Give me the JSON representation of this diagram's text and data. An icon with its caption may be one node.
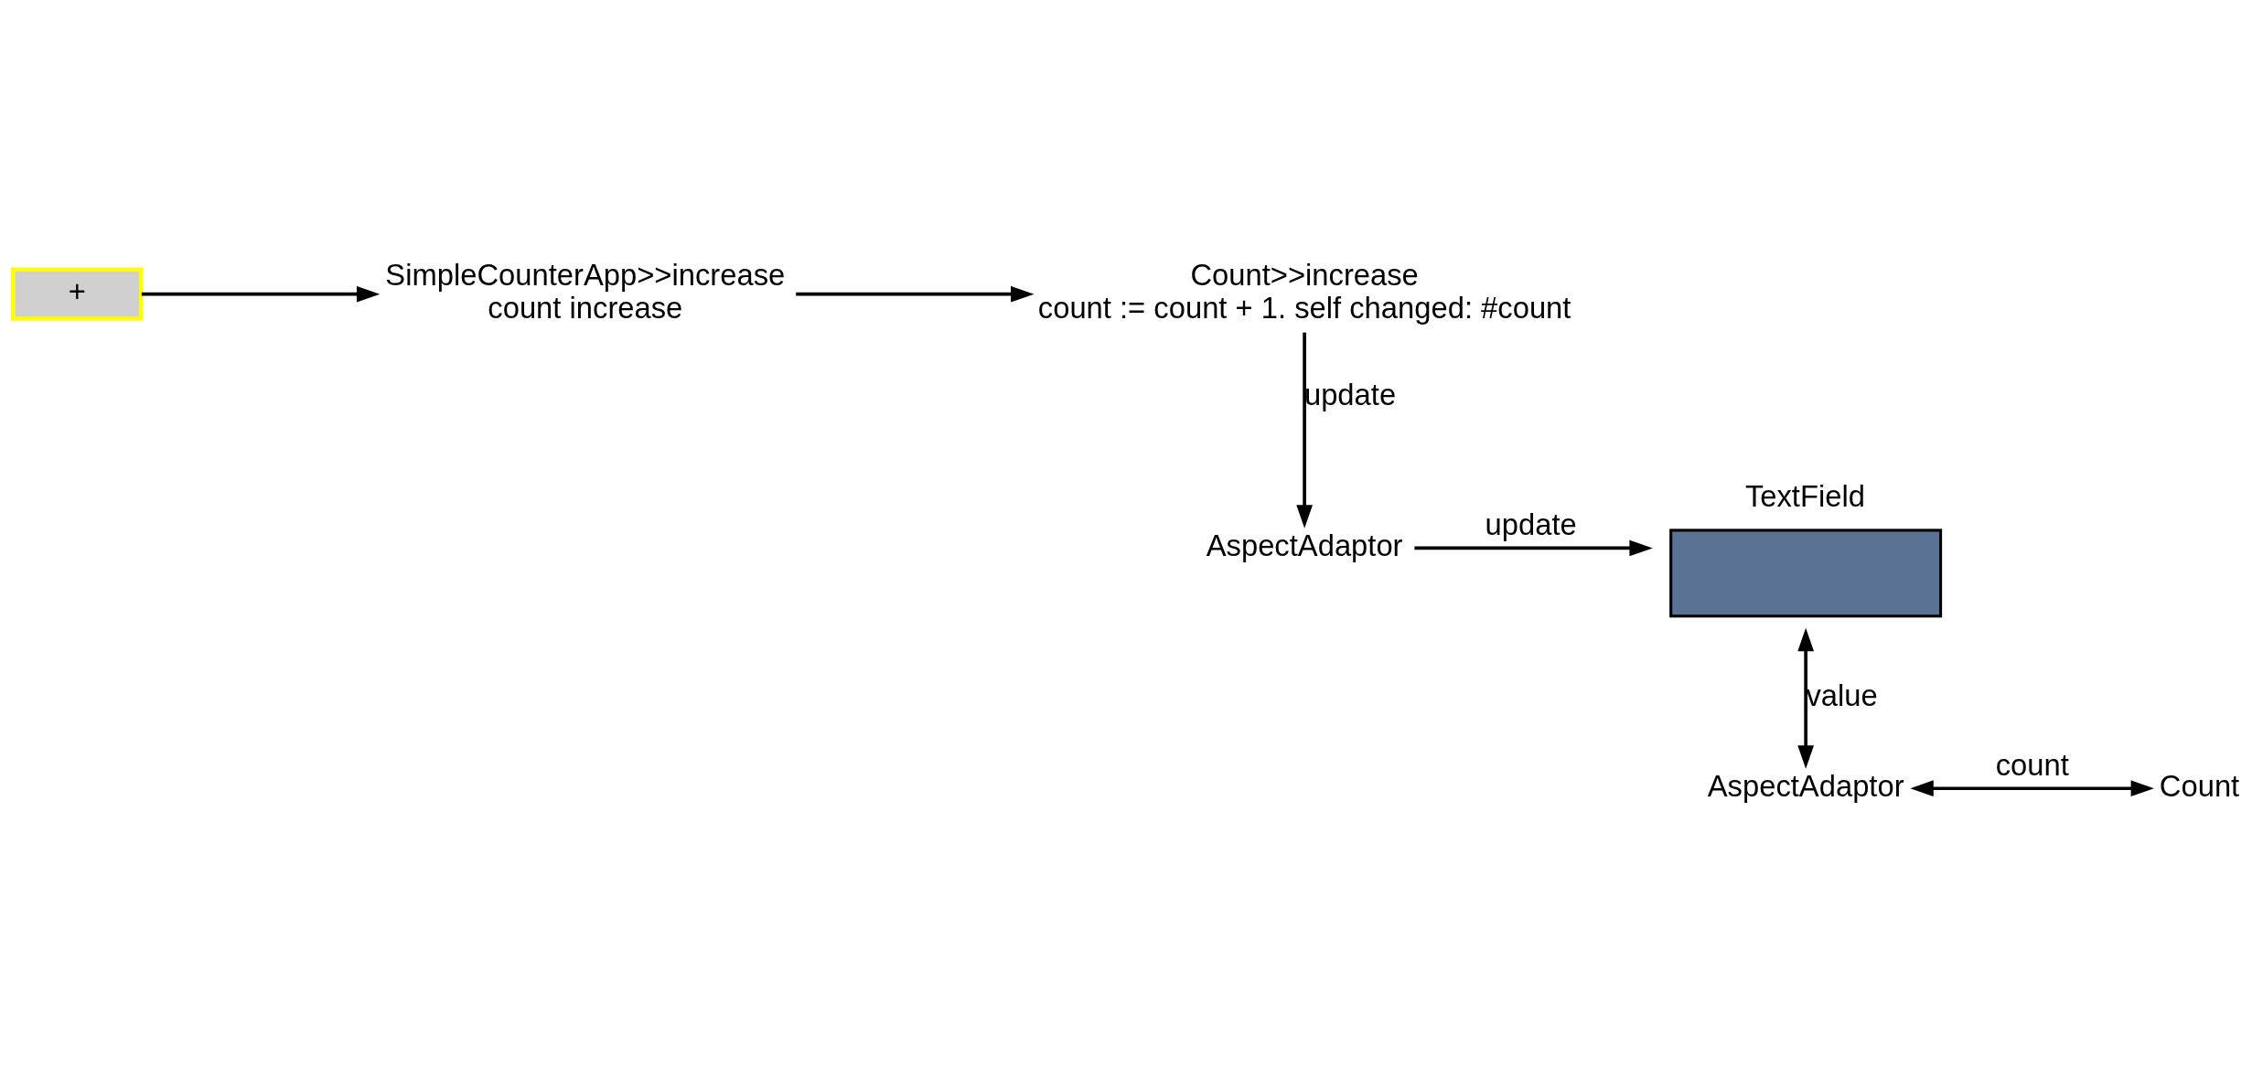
{
  "diagram": {
    "nodes": [
      {
        "text": [
          "+"
        ]
      },
      {
        "text": [
          "SimpleCounterApp>>increase",
          "count increase"
        ]
      },
      {
        "text": [
          "Count>>increase",
          "count := count + 1. self changed: #count"
        ]
      },
      {
        "text": [
          "AspectAdaptor"
        ]
      },
      {
        "text": [
          "TextField"
        ]
      },
      {
        "text": [
          "AspectAdaptor"
        ]
      },
      {
        "text": [
          "Count"
        ]
      }
    ],
    "edges": [
      {
        "from": 0,
        "to": 1,
        "arrow": "to"
      },
      {
        "from": 1,
        "to": 2,
        "arrow": "to"
      },
      {
        "from": 2,
        "to": 3,
        "arrow": "to",
        "label": "update"
      },
      {
        "from": 3,
        "to": 4,
        "arrow": "to",
        "label": "update"
      },
      {
        "from": 4,
        "to": 5,
        "arrow": "both",
        "label": "value"
      },
      {
        "from": 5,
        "to": 6,
        "arrow": "both",
        "label": "count"
      }
    ]
  }
}
